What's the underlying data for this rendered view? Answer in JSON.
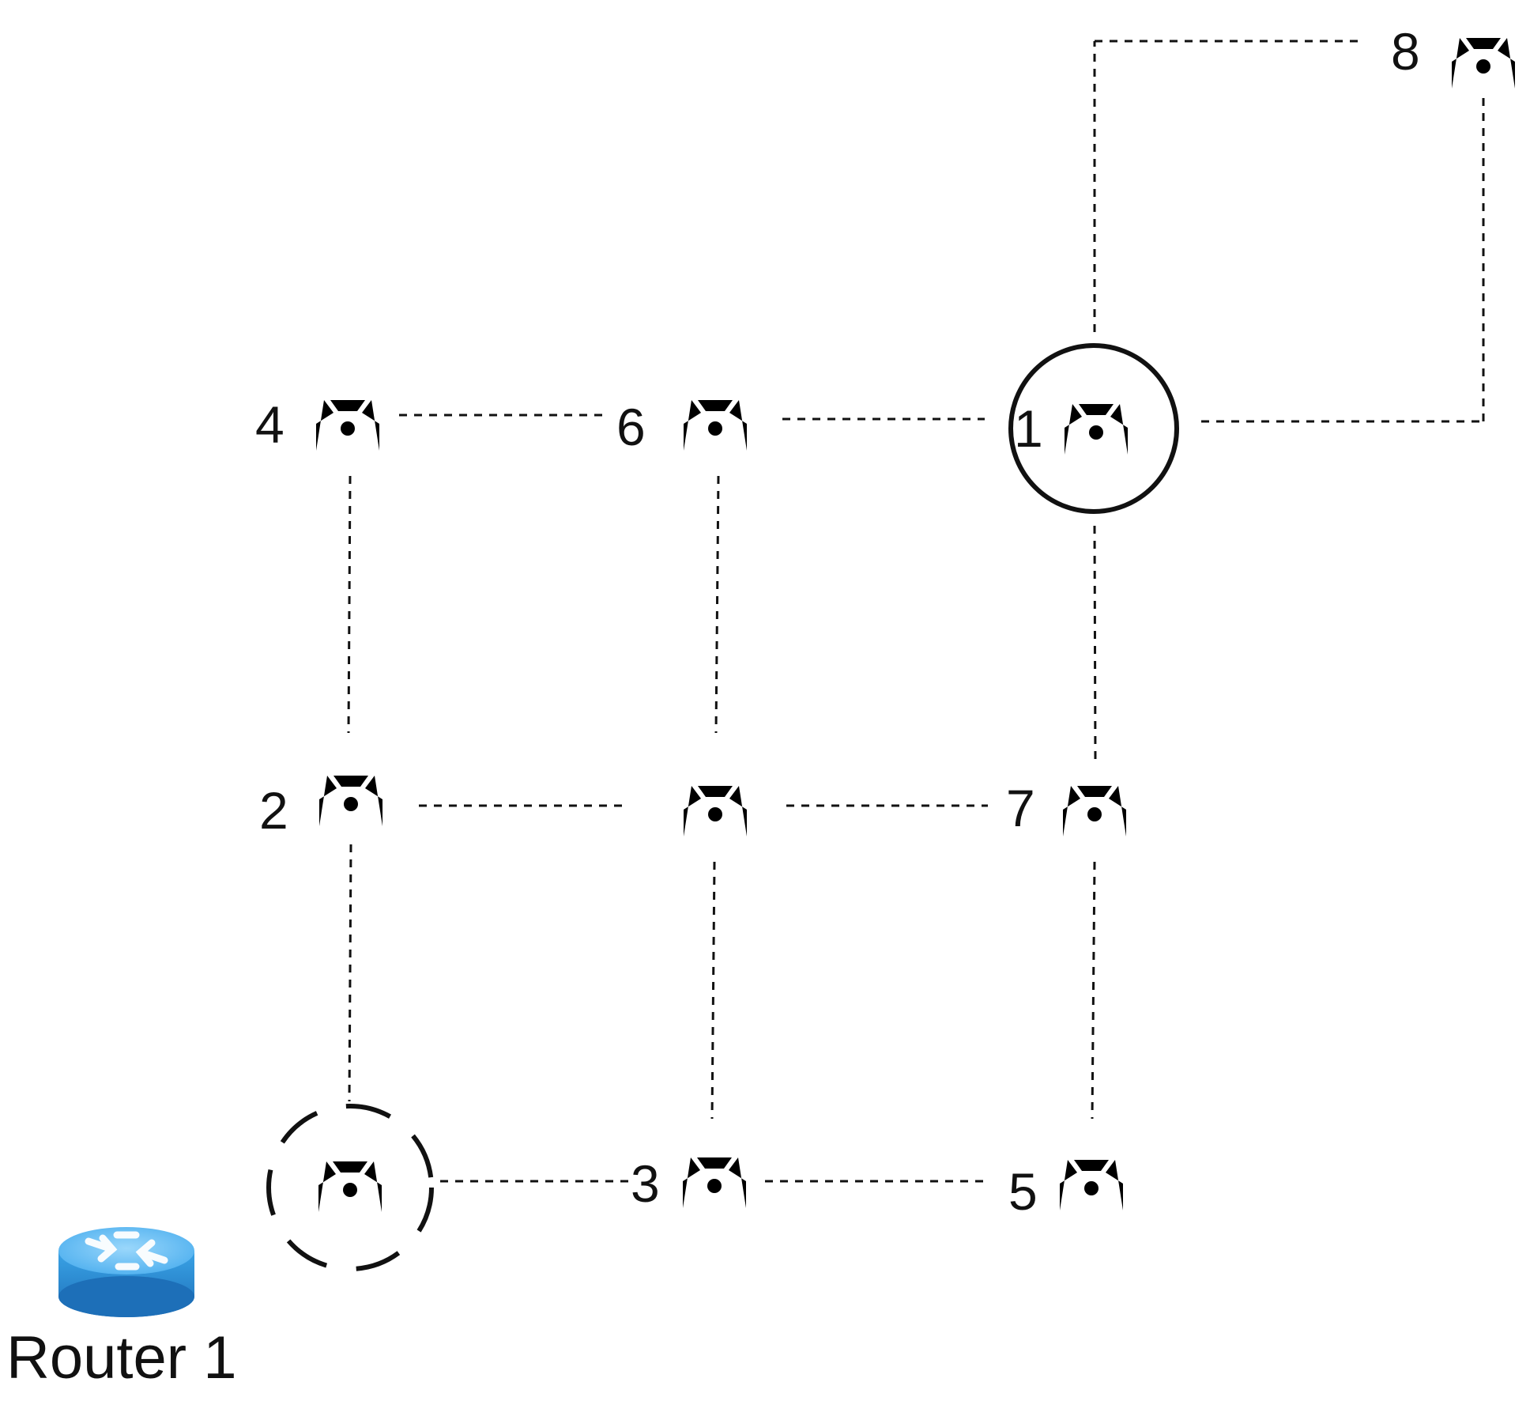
{
  "diagram": {
    "router": {
      "label": "Router 1",
      "icon": "router-icon"
    },
    "nodes": [
      {
        "id": "n8",
        "label": "8",
        "icon": "drone-icon",
        "marker": ""
      },
      {
        "id": "n4",
        "label": "4",
        "icon": "drone-icon",
        "marker": ""
      },
      {
        "id": "n6",
        "label": "6",
        "icon": "drone-icon",
        "marker": ""
      },
      {
        "id": "n1",
        "label": "1",
        "icon": "drone-icon",
        "marker": "solid-circle"
      },
      {
        "id": "n2",
        "label": "2",
        "icon": "drone-icon",
        "marker": ""
      },
      {
        "id": "nc",
        "label": "",
        "icon": "drone-icon",
        "marker": ""
      },
      {
        "id": "n7",
        "label": "7",
        "icon": "drone-icon",
        "marker": ""
      },
      {
        "id": "nb",
        "label": "",
        "icon": "drone-icon",
        "marker": "dashed-circle"
      },
      {
        "id": "n3",
        "label": "3",
        "icon": "drone-icon",
        "marker": ""
      },
      {
        "id": "n5",
        "label": "5",
        "icon": "drone-icon",
        "marker": ""
      }
    ],
    "links": [
      {
        "from": "n4",
        "to": "n6",
        "style": "dashed"
      },
      {
        "from": "n6",
        "to": "n1",
        "style": "dashed"
      },
      {
        "from": "n1",
        "to": "n8",
        "style": "dashed"
      },
      {
        "from": "n1",
        "to": "n8",
        "style": "dashed"
      },
      {
        "from": "n4",
        "to": "n2",
        "style": "dashed"
      },
      {
        "from": "n6",
        "to": "nc",
        "style": "dashed"
      },
      {
        "from": "n1",
        "to": "n7",
        "style": "dashed"
      },
      {
        "from": "n2",
        "to": "nc",
        "style": "dashed"
      },
      {
        "from": "nc",
        "to": "n7",
        "style": "dashed"
      },
      {
        "from": "n2",
        "to": "nb",
        "style": "dashed"
      },
      {
        "from": "nc",
        "to": "n3",
        "style": "dashed"
      },
      {
        "from": "n7",
        "to": "n5",
        "style": "dashed"
      },
      {
        "from": "nb",
        "to": "n3",
        "style": "dashed"
      },
      {
        "from": "n3",
        "to": "n5",
        "style": "dashed"
      }
    ]
  },
  "colors": {
    "line": "#111111",
    "router_top": "#6cc3f5",
    "router_side": "#2b8fd6",
    "background": "#ffffff"
  }
}
